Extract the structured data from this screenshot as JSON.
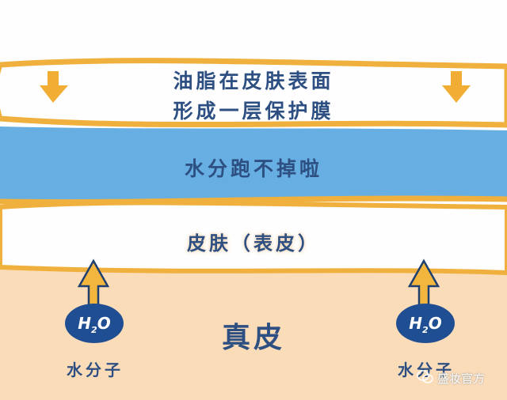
{
  "oil_layer": {
    "line1": "油脂在皮肤表面",
    "line2": "形成一层保护膜"
  },
  "water_layer": {
    "label": "水分跑不掉啦"
  },
  "epidermis": {
    "label": "皮肤（表皮）"
  },
  "dermis": {
    "label": "真皮"
  },
  "molecules": [
    {
      "formula": "H",
      "subscript": "2",
      "tail": "O",
      "label": "水分子"
    },
    {
      "formula": "H",
      "subscript": "2",
      "tail": "O",
      "label": "水分子"
    }
  ],
  "watermark": "盛妆官方",
  "colors": {
    "orange": "#f0b03e",
    "blue": "#67afe2",
    "peach": "#fbdcb9",
    "text": "#2d4f82"
  }
}
